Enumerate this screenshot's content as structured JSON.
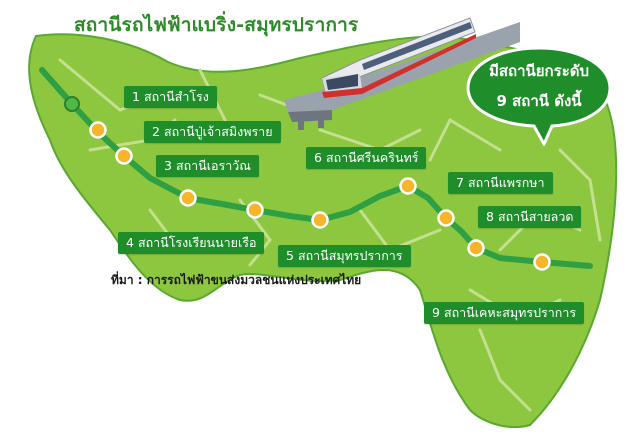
{
  "title": "สถานีรถไฟฟ้าแบริ่ง-สมุทรปราการ",
  "callout": {
    "line1": "มีสถานียกระดับ",
    "line2": "9 สถานี ดังนี้"
  },
  "source": "ที่มา : การรถไฟฟ้าขนส่งมวลชนแห่งประเทศไทย",
  "stations": [
    {
      "number": "1",
      "name": "สถานีสำโรง"
    },
    {
      "number": "2",
      "name": "สถานีปู่เจ้าสมิงพราย"
    },
    {
      "number": "3",
      "name": "สถานีเอราวัณ"
    },
    {
      "number": "4",
      "name": "สถานีโรงเรียนนายเรือ"
    },
    {
      "number": "5",
      "name": "สถานีสมุทรปราการ"
    },
    {
      "number": "6",
      "name": "สถานีศรีนครินทร์"
    },
    {
      "number": "7",
      "name": "สถานีแพรกษา"
    },
    {
      "number": "8",
      "name": "สถานีสายลวด"
    },
    {
      "number": "9",
      "name": "สถานีเคหะสมุทรปราการ"
    }
  ],
  "colors": {
    "land": "#8dc63f",
    "land_edge": "#5aa832",
    "road": "#c3e08e",
    "line": "#2ea043",
    "label_bg": "#1f8e2a",
    "marker": "#f7b52c",
    "title": "#2e8a2a"
  },
  "icons": {
    "train": "skytrain-icon",
    "station_marker": "station-dot-icon",
    "junction": "junction-dot-icon"
  }
}
